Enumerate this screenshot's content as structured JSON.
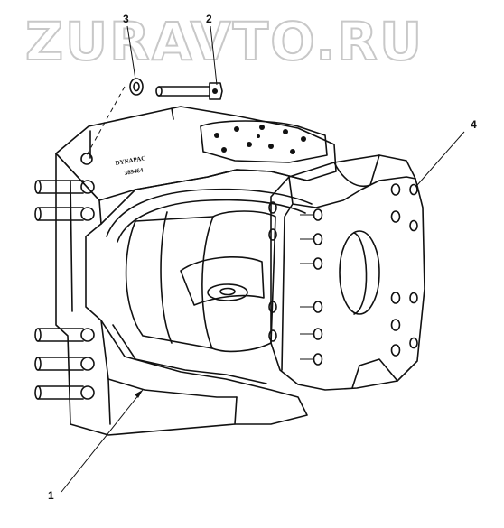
{
  "watermark": "ZURAVTO.RU",
  "callouts": [
    {
      "id": "1",
      "label": "1"
    },
    {
      "id": "2",
      "label": "2"
    },
    {
      "id": "3",
      "label": "3"
    },
    {
      "id": "4",
      "label": "4"
    }
  ],
  "part_stamp": {
    "brand": "DYNAPAC",
    "number": "389464"
  }
}
